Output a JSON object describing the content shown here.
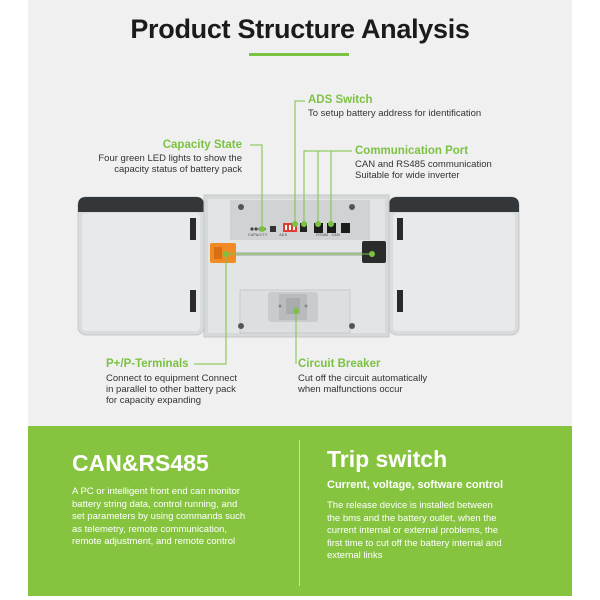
{
  "title": "Product Structure Analysis",
  "labels": {
    "ads": {
      "title": "ADS Switch",
      "desc": [
        "To setup battery address for identification"
      ]
    },
    "capacity": {
      "title": "Capacity State",
      "desc": [
        "Four green LED lights to show the",
        "capacity status of battery pack"
      ]
    },
    "comm": {
      "title": "Communication Port",
      "desc": [
        "CAN and RS485 communication",
        "Suitable for wide inverter"
      ]
    },
    "terminals": {
      "title": "P+/P-Terminals",
      "desc": [
        "Connect to equipment Connect",
        "in parallel to other battery pack",
        "for capacity expanding"
      ]
    },
    "breaker": {
      "title": "Circuit Breaker",
      "desc": [
        "Cut off the circuit automatically",
        "when malfunctions occur"
      ]
    }
  },
  "panel_small_labels": [
    "CAPACITY",
    "ADS",
    "RS485",
    "CAN"
  ],
  "left_block": {
    "heading": "CAN&RS485",
    "body": [
      "A PC or intelligent front end can monitor",
      "battery string data, control running, and",
      "set parameters by using commands such",
      "as telemetry, remote communication,",
      "remote adjustment, and remote control"
    ]
  },
  "right_block": {
    "heading": "Trip switch",
    "subheading": "Current, voltage, software control",
    "body": [
      "The release device is installed between",
      "the bms and the battery outlet, when the",
      "current internal or external problems, the",
      "first time to cut off the battery internal and",
      "external links"
    ]
  },
  "colors": {
    "accent": "#7cc242",
    "bottom_bg": "#86c440",
    "top_bg": "#f0f0f0"
  }
}
